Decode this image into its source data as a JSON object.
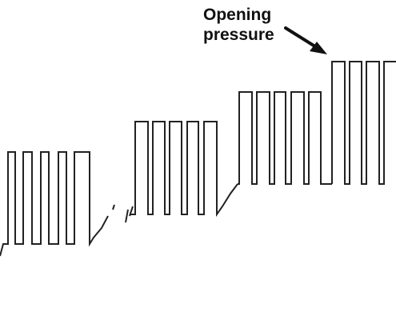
{
  "annotation": {
    "line1": "Opening",
    "line2": "pressure"
  },
  "colors": {
    "trace": "#222222",
    "arrow": "#111111",
    "background": "#ffffff"
  },
  "diagram": {
    "type": "pressure-trace-staircase",
    "stage_count": 4
  }
}
